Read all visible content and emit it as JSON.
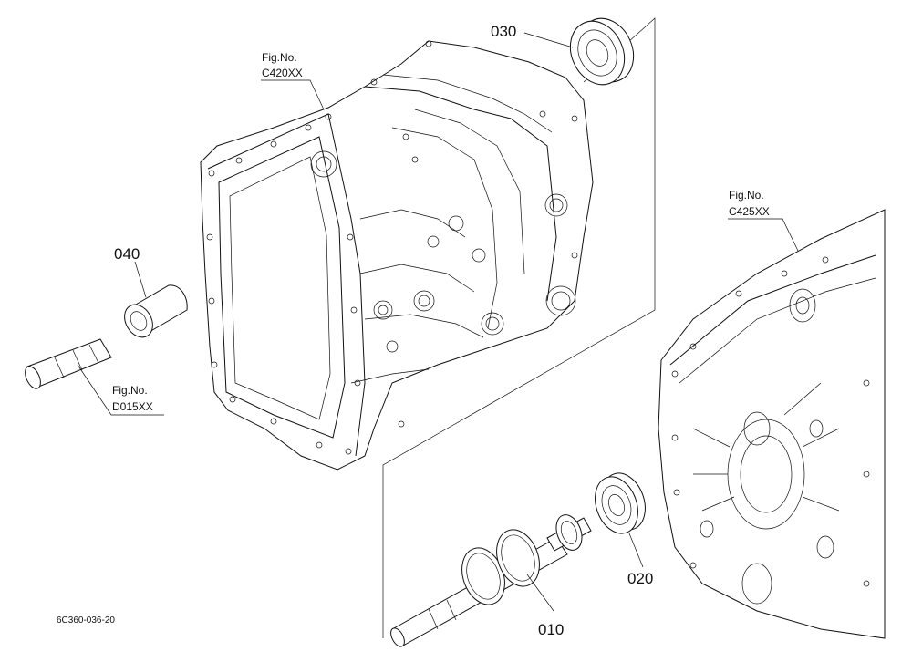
{
  "parts": {
    "p010": "010",
    "p020": "020",
    "p030": "030",
    "p040": "040"
  },
  "figure_refs": {
    "c420": {
      "label": "Fig.No.",
      "code": "C420XX"
    },
    "c425": {
      "label": "Fig.No.",
      "code": "C425XX"
    },
    "d015": {
      "label": "Fig.No.",
      "code": "D015XX"
    }
  },
  "drawing_code": "6C360-036-20"
}
